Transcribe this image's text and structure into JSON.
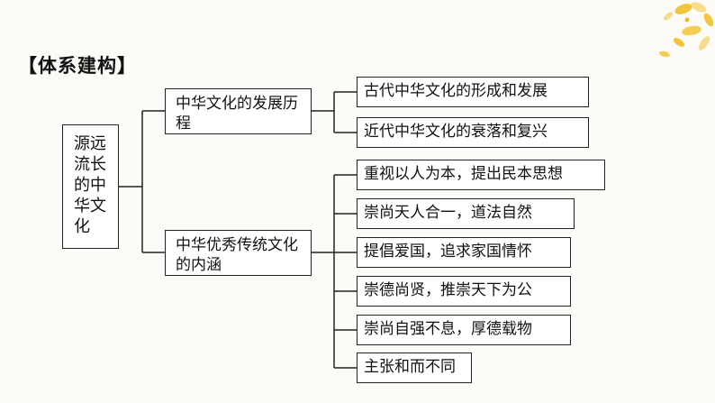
{
  "heading": "【体系建构】",
  "root": "源远流长的中华文化",
  "branches": [
    {
      "label": "中华文化的发展历程",
      "children": [
        "古代中华文化的形成和发展",
        "近代中华文化的衰落和复兴"
      ]
    },
    {
      "label": "中华优秀传统文化的内涵",
      "children": [
        "重视以人为本，提出民本思想",
        "崇尚天人合一，道法自然",
        "提倡爱国，追求家国情怀",
        "崇德尚贤，推崇天下为公",
        "崇尚自强不息，厚德载物",
        "主张和而不同"
      ]
    }
  ],
  "colors": {
    "petal": "#f2c53d",
    "petal_light": "#f7dc8a",
    "line": "#222222"
  }
}
